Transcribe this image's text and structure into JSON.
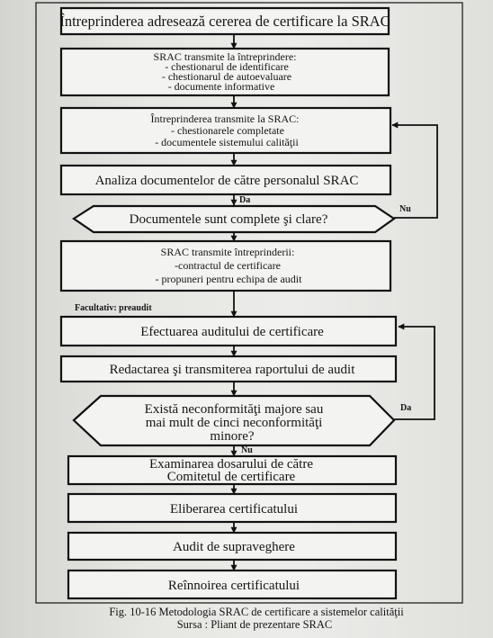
{
  "steps": {
    "s1": "Întreprinderea adresează cererea de certificare la SRAC",
    "s2": [
      "SRAC transmite la întreprindere:",
      "- chestionarul de identificare",
      "- chestionarul de autoevaluare",
      "- documente informative"
    ],
    "s3": [
      "Întreprinderea transmite la SRAC:",
      "- chestionarele completate",
      "- documentele sistemului calităţii"
    ],
    "s4": "Analiza documentelor de către personalul SRAC",
    "d1": "Documentele sunt complete şi clare?",
    "s5": [
      "SRAC transmite întreprinderii:",
      "-contractul de certificare",
      "- propuneri pentru echipa de audit"
    ],
    "optional": "Facultativ: preaudit",
    "s6": "Efectuarea auditului de certificare",
    "s7": "Redactarea şi transmiterea raportului de audit",
    "d2": [
      "Există neconformităţi majore sau",
      "mai mult de cinci neconformităţi",
      "minore?"
    ],
    "s8": [
      "Examinarea dosarului de către",
      "Comitetul de certificare"
    ],
    "s9": "Eliberarea certificatului",
    "s10": "Audit de supraveghere",
    "s11": "Reînnoirea certificatului"
  },
  "labels": {
    "da1": "Da",
    "nu1": "Nu",
    "da2": "Da",
    "nu2": "Nu"
  },
  "caption": {
    "title": "Fig. 10-16 Metodologia  SRAC de certificare a sistemelor calităţii",
    "source": "Sursa : Pliant de prezentare SRAC"
  }
}
